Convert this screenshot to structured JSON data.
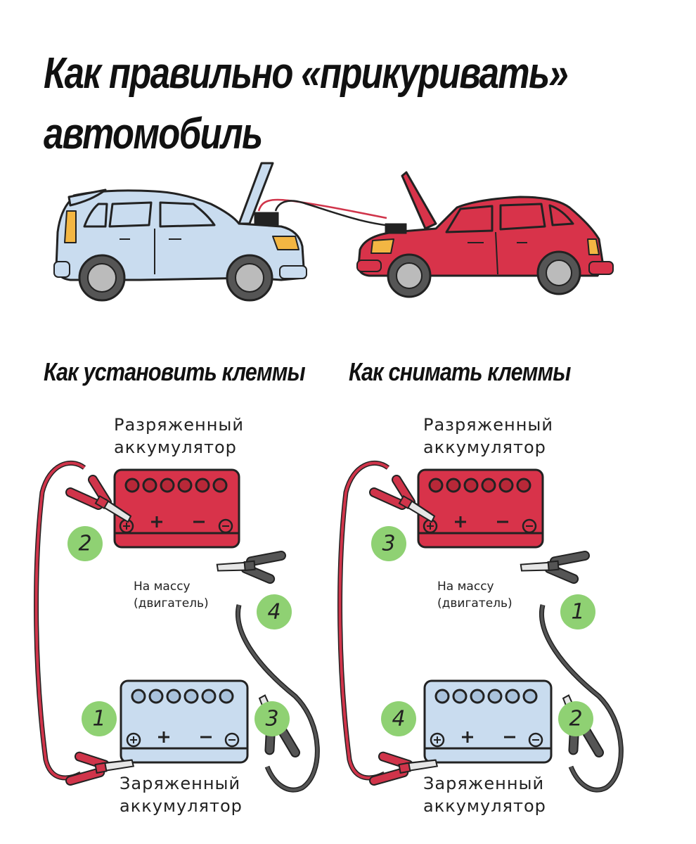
{
  "title": {
    "line1": "Как правильно «прикуривать»",
    "line2": "автомобиль"
  },
  "left_panel": {
    "heading": "Как установить клеммы",
    "top_battery_label_1": "Разряженный",
    "top_battery_label_2": "аккумулятор",
    "ground_label_1": "На массу",
    "ground_label_2": "(двигатель)",
    "bottom_battery_label_1": "Заряженный",
    "bottom_battery_label_2": "аккумулятор",
    "step_top_plus": "2",
    "step_ground": "4",
    "step_bottom_plus": "1",
    "step_bottom_minus": "3"
  },
  "right_panel": {
    "heading": "Как снимать клеммы",
    "top_battery_label_1": "Разряженный",
    "top_battery_label_2": "аккумулятор",
    "ground_label_1": "На массу",
    "ground_label_2": "(двигатель)",
    "bottom_battery_label_1": "Заряженный",
    "bottom_battery_label_2": "аккумулятор",
    "step_top_plus": "3",
    "step_ground": "1",
    "step_bottom_plus": "4",
    "step_bottom_minus": "2"
  },
  "colors": {
    "red_car": "#d8334a",
    "blue_car": "#c9dcef",
    "step_circle": "#8fd173",
    "red_cable": "#d0344a",
    "black_cable": "#555555"
  }
}
